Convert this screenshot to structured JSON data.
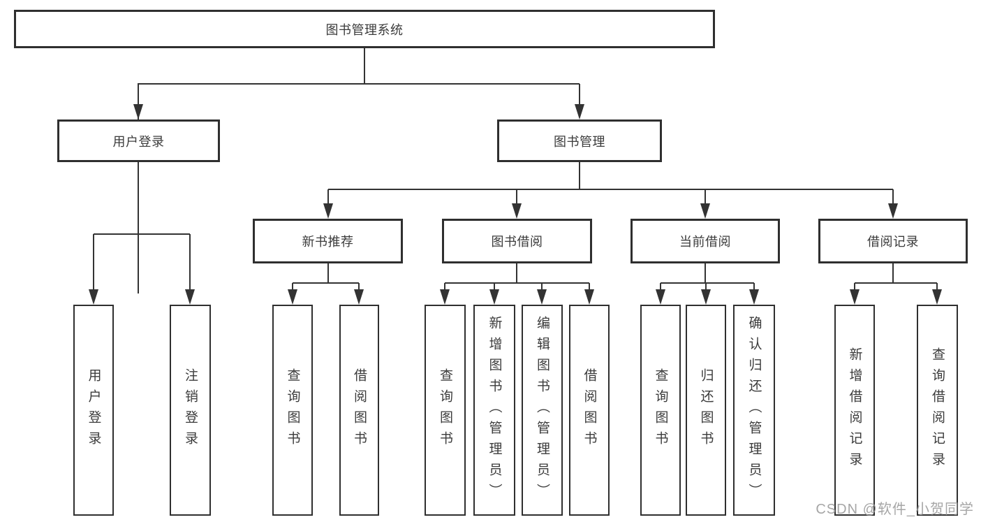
{
  "diagram": {
    "root": {
      "label": "图书管理系统"
    },
    "level2": [
      {
        "label": "用户登录"
      },
      {
        "label": "图书管理"
      }
    ],
    "level3": [
      {
        "label": "新书推荐"
      },
      {
        "label": "图书借阅"
      },
      {
        "label": "当前借阅"
      },
      {
        "label": "借阅记录"
      }
    ],
    "leaves": [
      {
        "label": "用户登录"
      },
      {
        "label": "注销登录"
      },
      {
        "label": "查询图书"
      },
      {
        "label": "借阅图书"
      },
      {
        "label": "查询图书"
      },
      {
        "label": "新增图书（管理员）"
      },
      {
        "label": "编辑图书（管理员）"
      },
      {
        "label": "借阅图书"
      },
      {
        "label": "查询图书"
      },
      {
        "label": "归还图书"
      },
      {
        "label": "确认归还（管理员）"
      },
      {
        "label": "新增借阅记录"
      },
      {
        "label": "查询借阅记录"
      }
    ]
  },
  "watermark": {
    "text": "CSDN @软件_小贺同学"
  },
  "colors": {
    "line": "#333333",
    "box_border": "#2f2f2f",
    "text": "#3b3b3b",
    "watermark": "#9e9e9e",
    "background": "#ffffff"
  }
}
